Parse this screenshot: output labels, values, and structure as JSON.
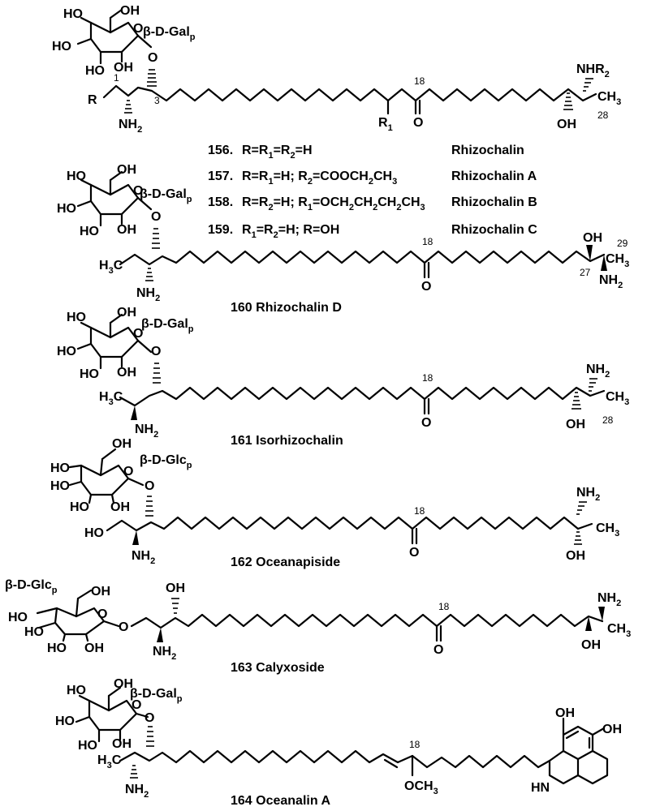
{
  "sugars": {
    "gal_1": "β-D-Gal",
    "gal_2": "β-D-Gal",
    "gal_3": "β-D-Gal",
    "glc_4": "β-D-Glc",
    "glc_5": "β-D-Glc",
    "gal_6": "β-D-Gal",
    "subscript_p": "p"
  },
  "atoms": {
    "HO": "HO",
    "OH": "OH",
    "O": "O",
    "R": "R",
    "R1": "R",
    "NH2": "NH",
    "NHR2": "NHR",
    "H3C": "H",
    "CH3": "CH",
    "OCH3": "OCH",
    "HN": "HN",
    "sub1": "1",
    "sub2": "2",
    "sub3": "3",
    "c3": "C"
  },
  "locants": {
    "c1": "1",
    "c3": "3",
    "c18": "18",
    "c27": "27",
    "c28": "28",
    "c29": "29"
  },
  "compounds_156_159": [
    {
      "num": "156.",
      "formula": [
        "R=R",
        "1",
        "=R",
        "2",
        "=H"
      ],
      "name": "Rhizochalin"
    },
    {
      "num": "157.",
      "formula": [
        "R=R",
        "1",
        "=H; R",
        "2",
        "=COOCH",
        "2",
        "CH",
        "3",
        ""
      ],
      "name": "Rhizochalin A"
    },
    {
      "num": "158.",
      "formula": [
        "R=R",
        "2",
        "=H; R",
        "1",
        "=OCH",
        "2",
        "CH",
        "2",
        "CH",
        "2",
        "CH",
        "3",
        ""
      ],
      "name": "Rhizochalin B"
    },
    {
      "num": "159.",
      "formula": [
        "R",
        "1",
        "=R",
        "2",
        "=H; R=OH"
      ],
      "name": "Rhizochalin C"
    }
  ],
  "captions": {
    "c160": "160  Rhizochalin D",
    "c161": "161  Isorhizochalin",
    "c162": "162  Oceanapiside",
    "c163": "163  Calyxoside",
    "c164": "164  Oceanalin A"
  }
}
